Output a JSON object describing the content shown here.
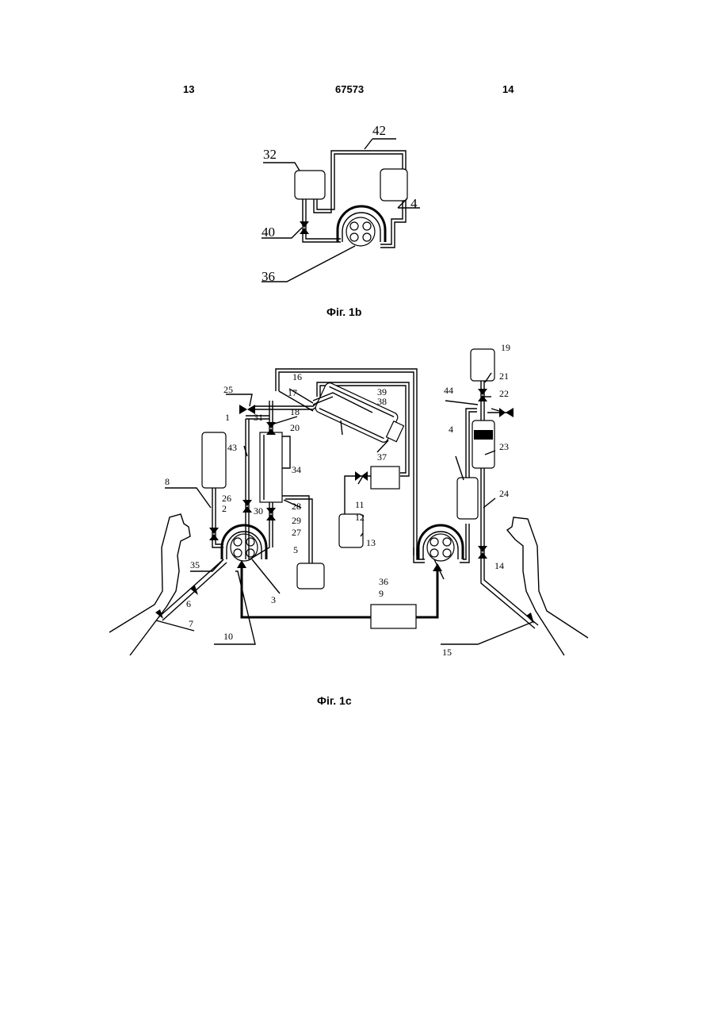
{
  "header": {
    "left_page": "13",
    "center_number": "67573",
    "right_page": "14"
  },
  "fig1b": {
    "caption": "Фіг. 1b",
    "labels": {
      "l42": "42",
      "l32": "32",
      "l4": "4",
      "l40": "40",
      "l36": "36"
    }
  },
  "fig1c": {
    "caption": "Фіг. 1c",
    "labels": {
      "l1": "1",
      "l2": "2",
      "l3": "3",
      "l4": "4",
      "l5": "5",
      "l6": "6",
      "l7": "7",
      "l8": "8",
      "l9": "9",
      "l10": "10",
      "l11": "11",
      "l12": "12",
      "l13": "13",
      "l14": "14",
      "l15": "15",
      "l16": "16",
      "l17": "17",
      "l18": "18",
      "l19": "19",
      "l20": "20",
      "l21": "21",
      "l22": "22",
      "l23": "23",
      "l24": "24",
      "l25": "25",
      "l26": "26",
      "l27": "27",
      "l28": "28",
      "l29": "29",
      "l30": "30",
      "l31": "31",
      "l34": "34",
      "l35": "35",
      "l36": "36",
      "l37": "37",
      "l38": "38",
      "l39": "39",
      "l43": "43",
      "l44": "44"
    }
  }
}
